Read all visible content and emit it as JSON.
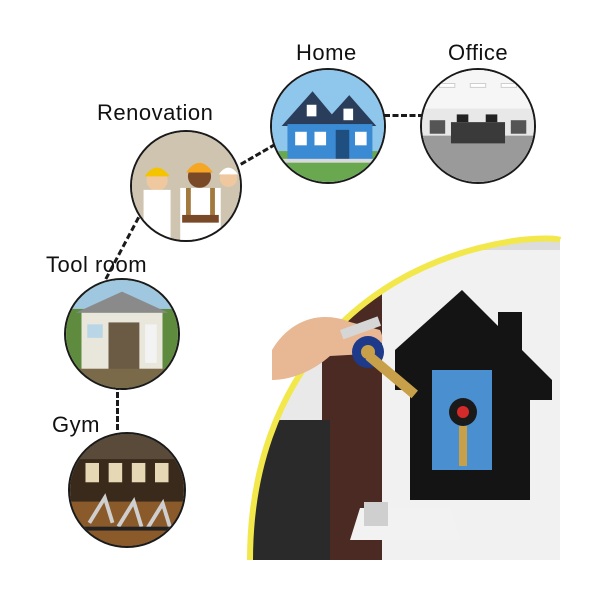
{
  "labels": {
    "home": "Home",
    "office": "Office",
    "renovation": "Renovation",
    "tool_room": "Tool room",
    "gym": "Gym"
  },
  "colors": {
    "arrow": "#29a8e6",
    "arc": "#f2e84b",
    "lockbox": "#141414",
    "house_blue": "#2f7fc9",
    "hardhat": "#f5a623"
  },
  "icons": {
    "arrow": "arrow-icon",
    "lockbox": "house-key-lockbox-icon"
  }
}
